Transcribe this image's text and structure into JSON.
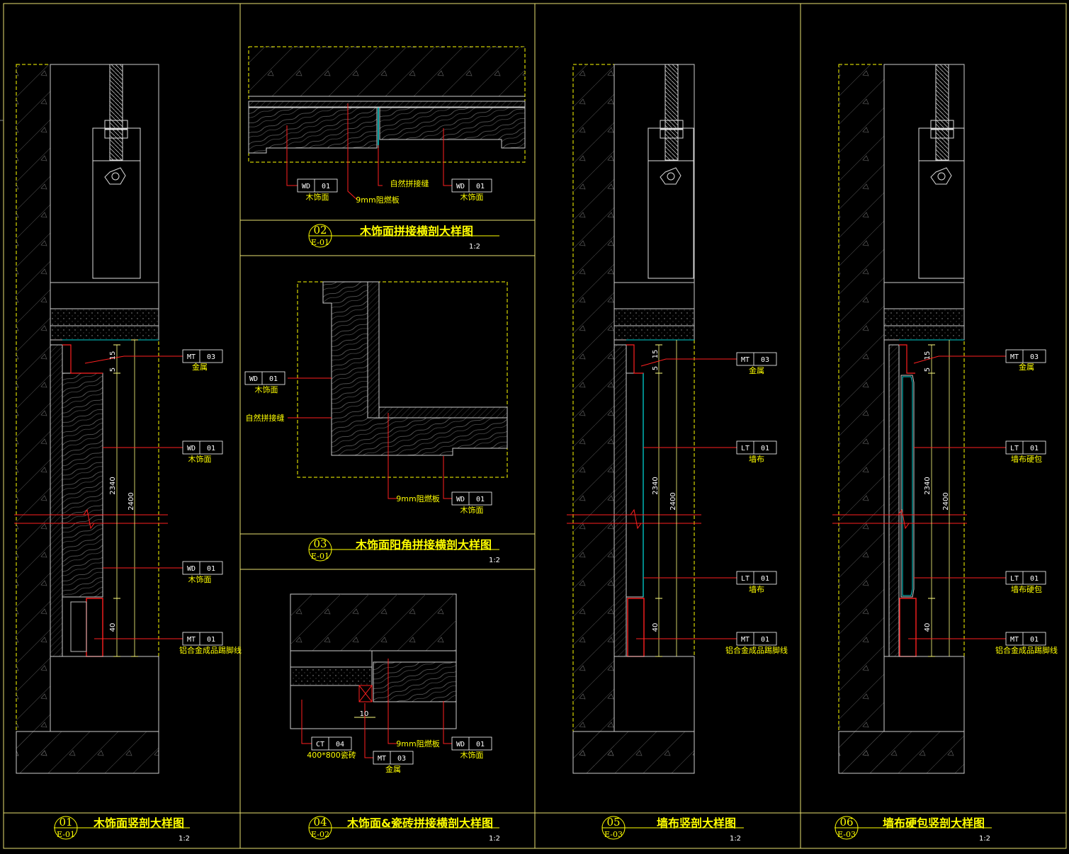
{
  "colors": {
    "background": "#000000",
    "frame": "#e8e070",
    "linework": "#d8d8d8",
    "leader": "#ff2020",
    "finish": "#00d0d0",
    "dashed": "#ffff00",
    "dimension": "#ffff80"
  },
  "panels": [
    {
      "id": "p01",
      "number": "01",
      "ref": "E-01",
      "title": "木饰面竖剖大样图",
      "scale": "1:2",
      "dims": [
        "15",
        "5",
        "2340",
        "2400",
        "40"
      ],
      "tags": [
        {
          "code": "MT",
          "num": "03",
          "label": "金属"
        },
        {
          "code": "WD",
          "num": "01",
          "label": "木饰面"
        },
        {
          "code": "WD",
          "num": "01",
          "label": "木饰面"
        },
        {
          "code": "MT",
          "num": "01",
          "label": "铝合金成品踢脚线"
        }
      ]
    },
    {
      "id": "p02",
      "number": "02",
      "ref": "E-01",
      "title": "木饰面拼接横剖大样图",
      "scale": "1:2",
      "tags": [
        {
          "code": "WD",
          "num": "01",
          "label": "木饰面"
        },
        {
          "code": "WD",
          "num": "01",
          "label": "木饰面"
        }
      ],
      "notes": [
        "自然拼接缝",
        "9mm阻燃板"
      ]
    },
    {
      "id": "p03",
      "number": "03",
      "ref": "E-01",
      "title": "木饰面阳角拼接横剖大样图",
      "scale": "1:2",
      "tags": [
        {
          "code": "WD",
          "num": "01",
          "label": "木饰面"
        },
        {
          "code": "WD",
          "num": "01",
          "label": "木饰面"
        }
      ],
      "notes": [
        "自然拼接缝",
        "9mm阻燃板"
      ]
    },
    {
      "id": "p04",
      "number": "04",
      "ref": "E-02",
      "title": "木饰面&瓷砖拼接横剖大样图",
      "scale": "1:2",
      "dims": [
        "10"
      ],
      "tags": [
        {
          "code": "CT",
          "num": "04",
          "label": "400*800瓷砖"
        },
        {
          "code": "MT",
          "num": "03",
          "label": "金属"
        },
        {
          "code": "WD",
          "num": "01",
          "label": "木饰面"
        }
      ],
      "notes": [
        "9mm阻燃板"
      ]
    },
    {
      "id": "p05",
      "number": "05",
      "ref": "E-03",
      "title": "墙布竖剖大样图",
      "scale": "1:2",
      "dims": [
        "15",
        "5",
        "2340",
        "2400",
        "40"
      ],
      "tags": [
        {
          "code": "MT",
          "num": "03",
          "label": "金属"
        },
        {
          "code": "LT",
          "num": "01",
          "label": "墙布"
        },
        {
          "code": "LT",
          "num": "01",
          "label": "墙布"
        },
        {
          "code": "MT",
          "num": "01",
          "label": "铝合金成品踢脚线"
        }
      ]
    },
    {
      "id": "p06",
      "number": "06",
      "ref": "E-03",
      "title": "墙布硬包竖剖大样图",
      "scale": "1:2",
      "dims": [
        "15",
        "5",
        "2340",
        "2400",
        "40"
      ],
      "tags": [
        {
          "code": "MT",
          "num": "03",
          "label": "金属"
        },
        {
          "code": "LT",
          "num": "01",
          "label": "墙布硬包"
        },
        {
          "code": "LT",
          "num": "01",
          "label": "墙布硬包"
        },
        {
          "code": "MT",
          "num": "01",
          "label": "铝合金成品踢脚线"
        }
      ]
    }
  ]
}
